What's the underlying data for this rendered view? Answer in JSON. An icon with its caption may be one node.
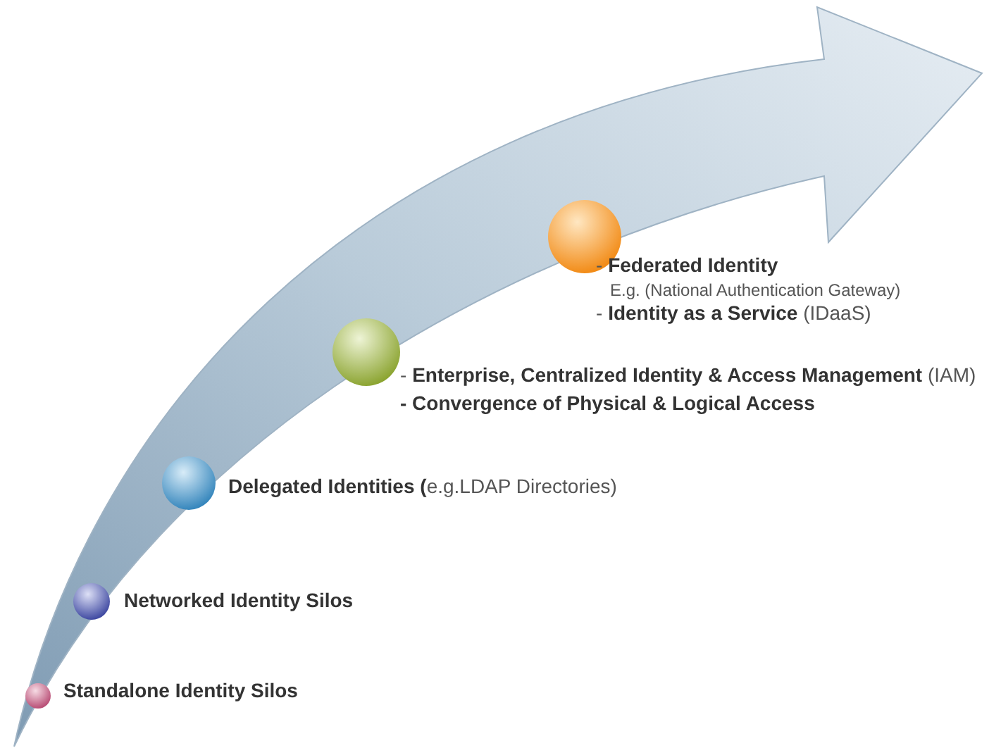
{
  "diagram": {
    "labels": [
      "- **Federated Identity**",
      "E.g. (National Authentication Gateway)",
      "- **Identity as a Service** (IDaaS)",
      "- **Enterprise, Centralized Identity & Access Management** (IAM)",
      "- Convergence of Physical & Logical Access",
      "**Delegated Identities (**e.g.LDAP Directories)",
      "Networked Identity Silos",
      "Standalone Identity Silos"
    ]
  }
}
